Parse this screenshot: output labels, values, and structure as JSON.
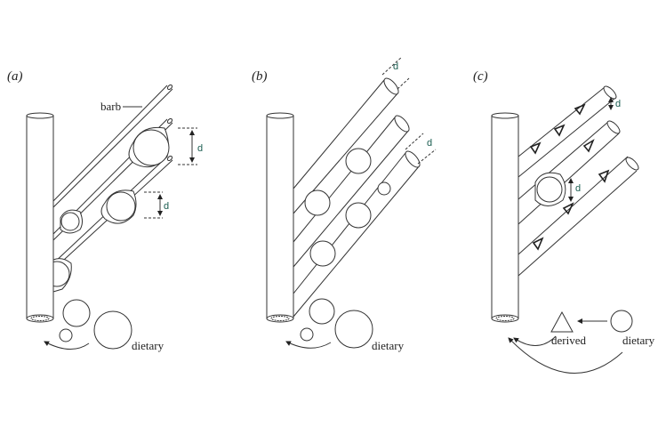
{
  "panels": [
    {
      "label": "(a)",
      "barb_label": "barb",
      "distance_labels": [
        "d",
        "d"
      ],
      "source_label": "dietary"
    },
    {
      "label": "(b)",
      "distance_labels": [
        "d",
        "d"
      ],
      "source_label": "dietary"
    },
    {
      "label": "(c)",
      "distance_labels": [
        "d",
        "d"
      ],
      "derived_label": "derived",
      "source_label": "dietary"
    }
  ]
}
